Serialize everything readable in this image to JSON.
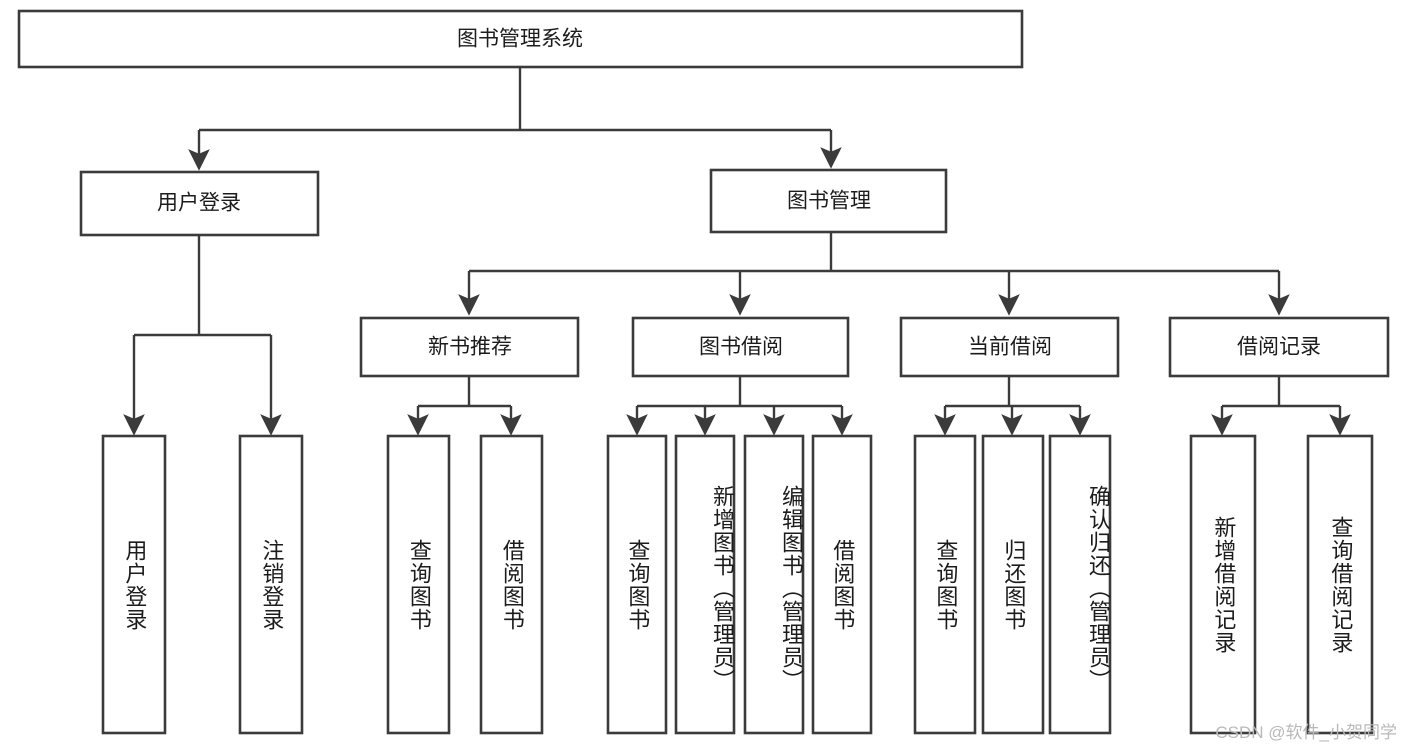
{
  "diagram": {
    "type": "tree",
    "title_node": {
      "label": "图书管理系统"
    },
    "level1": [
      {
        "label": "用户登录"
      },
      {
        "label": "图书管理"
      }
    ],
    "level2": [
      {
        "label": "新书推荐"
      },
      {
        "label": "图书借阅"
      },
      {
        "label": "当前借阅"
      },
      {
        "label": "借阅记录"
      }
    ],
    "leaves": {
      "user_login": [
        {
          "label": "用户登录"
        },
        {
          "label": "注销登录"
        }
      ],
      "new_book_recommend": [
        {
          "label": "查询图书"
        },
        {
          "label": "借阅图书"
        }
      ],
      "book_borrow": [
        {
          "label": "查询图书"
        },
        {
          "label": "新增图书（管理员）"
        },
        {
          "label": "编辑图书（管理员）"
        },
        {
          "label": "借阅图书"
        }
      ],
      "current_borrow": [
        {
          "label": "查询图书"
        },
        {
          "label": "归还图书"
        },
        {
          "label": "确认归还（管理员）"
        }
      ],
      "borrow_record": [
        {
          "label": "新增借阅记录"
        },
        {
          "label": "查询借阅记录"
        }
      ]
    }
  },
  "watermark": {
    "text": "CSDN @软件_小贺同学"
  },
  "colors": {
    "stroke": "#3b3b3b",
    "text": "#1c1c1c",
    "background": "#ffffff",
    "watermark": "#b9b9b9"
  }
}
